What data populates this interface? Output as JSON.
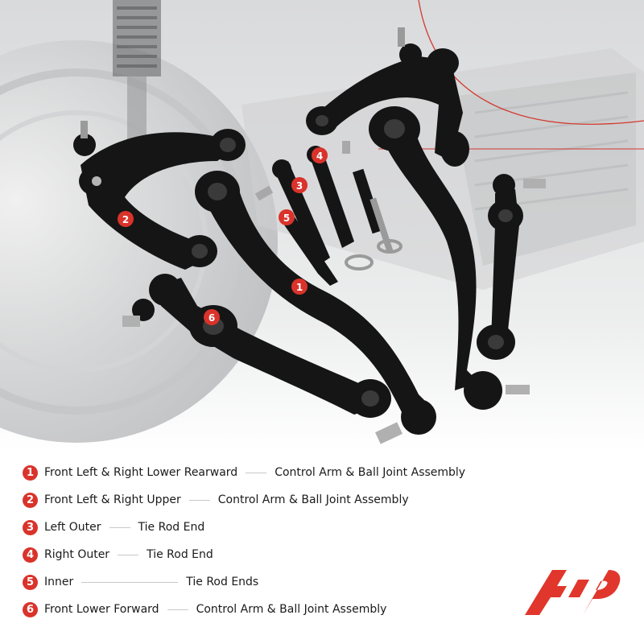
{
  "badges": [
    "1",
    "2",
    "3",
    "4",
    "5",
    "6"
  ],
  "legend": [
    {
      "num": "1",
      "position": "Front Left & Right Lower Rearward",
      "part": "Control Arm & Ball Joint Assembly"
    },
    {
      "num": "2",
      "position": "Front Left & Right Upper",
      "part": "Control Arm & Ball Joint Assembly"
    },
    {
      "num": "3",
      "position": "Left Outer",
      "part": "Tie Rod End"
    },
    {
      "num": "4",
      "position": "Right Outer",
      "part": "Tie Rod End"
    },
    {
      "num": "5",
      "position": "Inner",
      "part": "Tie Rod Ends"
    },
    {
      "num": "6",
      "position": "Front Lower Forward",
      "part": "Control Arm & Ball Joint Assembly"
    }
  ],
  "colors": {
    "accent": "#d9332b",
    "part": "#141414",
    "background": "#ffffff"
  }
}
